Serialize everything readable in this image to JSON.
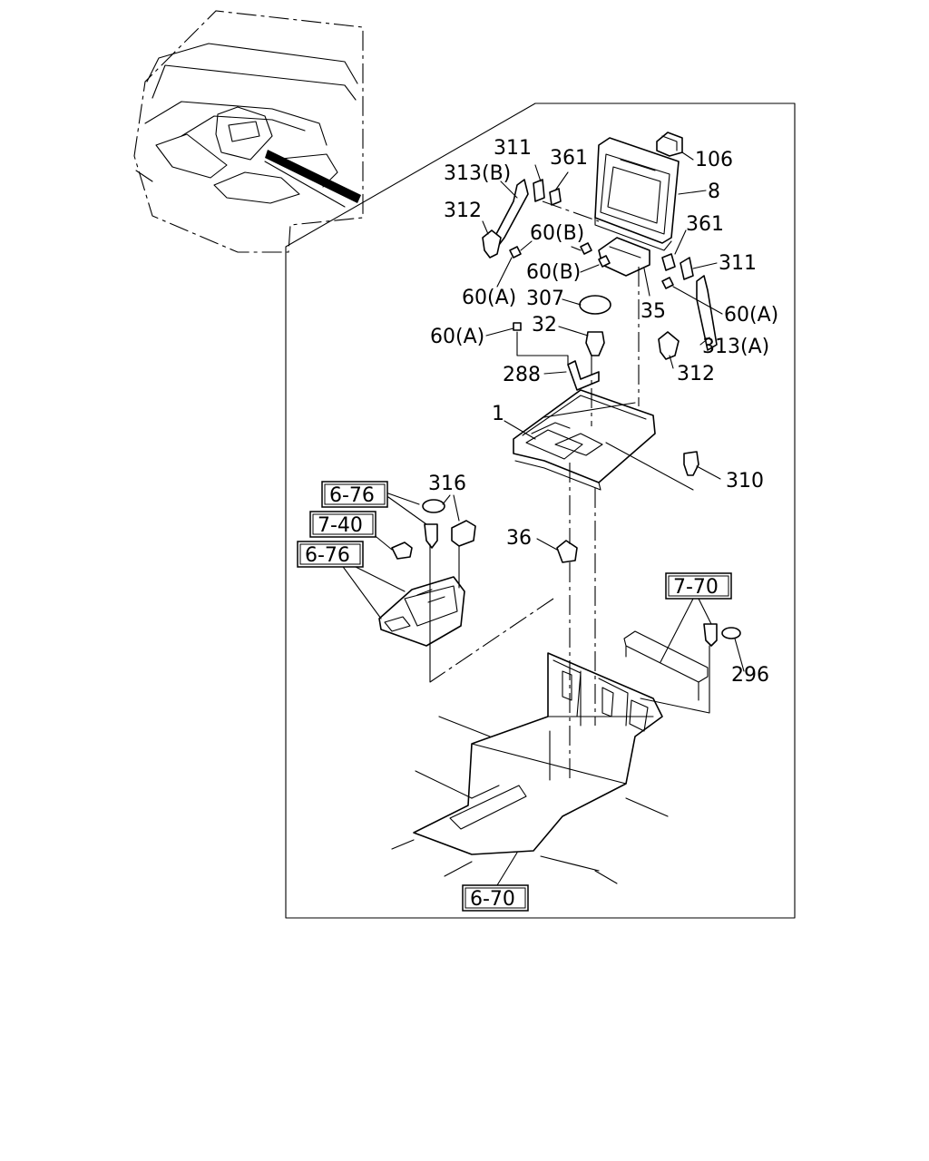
{
  "callouts": {
    "c106": "106",
    "c8": "8",
    "c311a": "311",
    "c361a": "361",
    "c313b": "313(B)",
    "c312a": "312",
    "c60b_a": "60(B)",
    "c60b_b": "60(B)",
    "c60a_a": "60(A)",
    "c307": "307",
    "c35": "35",
    "c361b": "361",
    "c311b": "311",
    "c60a_b": "60(A)",
    "c313a": "313(A)",
    "c312b": "312",
    "c32": "32",
    "c60a_c": "60(A)",
    "c288": "288",
    "c1": "1",
    "c310": "310",
    "c316": "316",
    "c36": "36",
    "c296": "296"
  },
  "refs": {
    "r676a": "6-76",
    "r740": "7-40",
    "r676b": "6-76",
    "r770": "7-70",
    "r670": "6-70"
  }
}
